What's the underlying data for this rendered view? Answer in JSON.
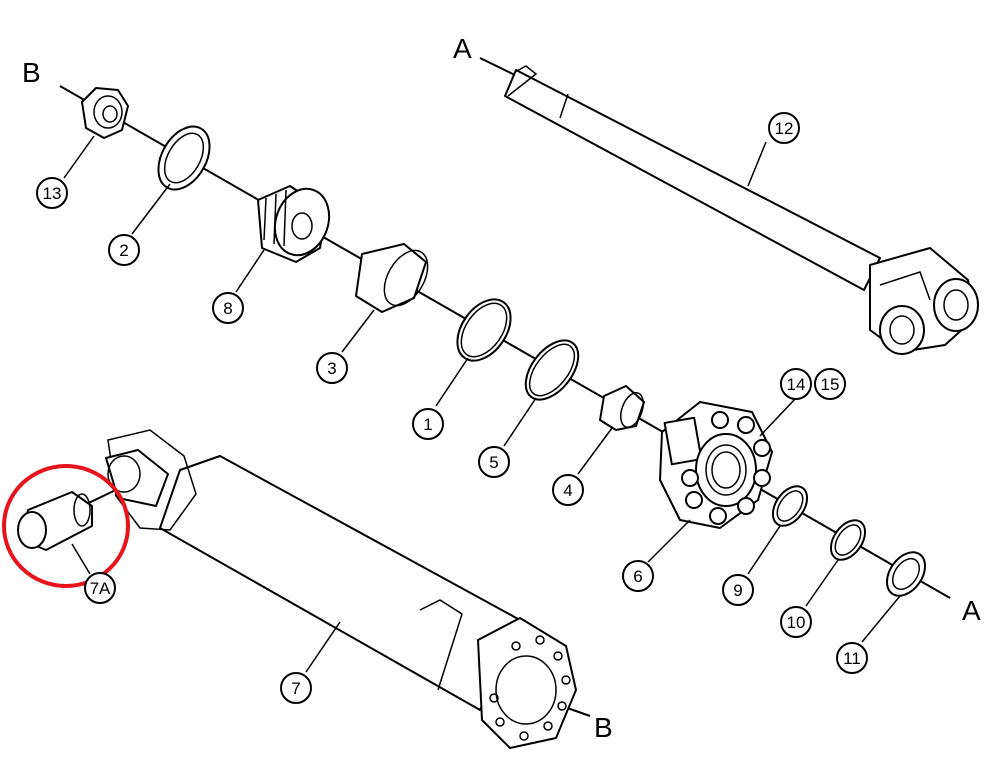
{
  "diagram": {
    "end_labels": {
      "A": "A",
      "B": "B"
    },
    "callouts": {
      "p1": "1",
      "p2": "2",
      "p3": "3",
      "p4": "4",
      "p5": "5",
      "p6": "6",
      "p7": "7",
      "p7a": "7A",
      "p8": "8",
      "p9": "9",
      "p10": "10",
      "p11": "11",
      "p12": "12",
      "p13": "13",
      "p14": "14",
      "p15": "15"
    },
    "highlight": {
      "part": "7A",
      "color": "#e8141c"
    },
    "line_color": "#000000",
    "background": "#ffffff"
  }
}
